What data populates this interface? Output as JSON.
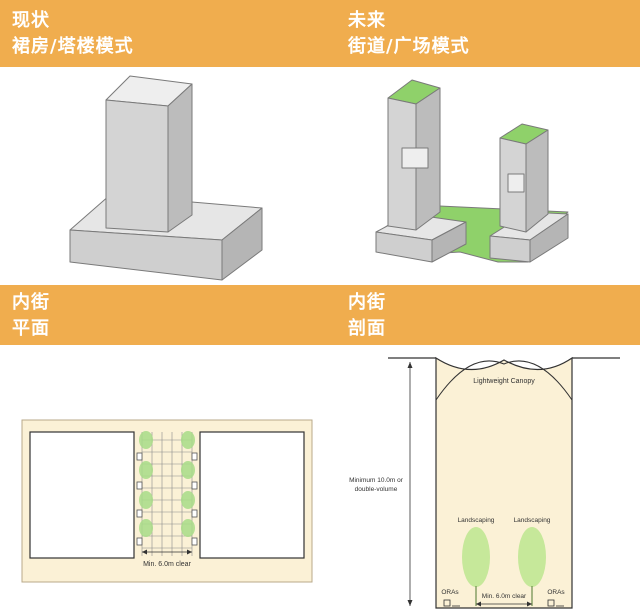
{
  "panels": {
    "top_left": {
      "line1": "现状",
      "line2": "裙房/塔楼模式"
    },
    "top_right": {
      "line1": "未来",
      "line2": "街道/广场模式"
    },
    "bottom_left": {
      "line1": "内街",
      "line2": "平面"
    },
    "bottom_right": {
      "line1": "内街",
      "line2": "剖面"
    }
  },
  "plan": {
    "clear_label": "Min. 6.0m clear"
  },
  "section": {
    "canopy_label": "Lightweight Canopy",
    "height_label_1": "Minimum 10.0m or",
    "height_label_2": "double-volume",
    "landscaping_left": "Landscaping",
    "landscaping_right": "Landscaping",
    "oras_left": "ORAs",
    "oras_right": "ORAs",
    "clear_label": "Min. 6.0m clear"
  },
  "colors": {
    "header_band": "#f0ad4e",
    "green_roof": "#8fd16a",
    "block_grey": "#d9d9d9",
    "plan_fill": "#fbf1d6"
  }
}
